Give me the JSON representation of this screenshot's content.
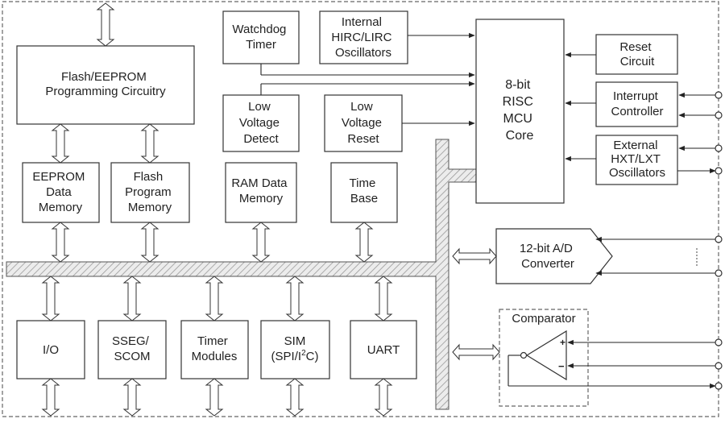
{
  "blocks": {
    "flash_prog": [
      "Flash/EEPROM",
      "Programming Circuitry"
    ],
    "watchdog": [
      "Watchdog",
      "Timer"
    ],
    "osc_internal": [
      "Internal",
      "HIRC/LIRC",
      "Oscillators"
    ],
    "mcu_core": [
      "8-bit",
      "RISC",
      "MCU",
      "Core"
    ],
    "reset_circuit": [
      "Reset",
      "Circuit"
    ],
    "interrupt": [
      "Interrupt",
      "Controller"
    ],
    "osc_external": [
      "External",
      "HXT/LXT",
      "Oscillators"
    ],
    "lvd": [
      "Low",
      "Voltage",
      "Detect"
    ],
    "lvr": [
      "Low",
      "Voltage",
      "Reset"
    ],
    "eeprom": [
      "EEPROM",
      "Data",
      "Memory"
    ],
    "flash_mem": [
      "Flash",
      "Program",
      "Memory"
    ],
    "ram": [
      "RAM Data",
      "Memory"
    ],
    "timebase": [
      "Time",
      "Base"
    ],
    "adc": [
      "12-bit A/D",
      "Converter"
    ],
    "comparator": "Comparator",
    "comparator_plus": "+",
    "comparator_minus": "−",
    "io": "I/O",
    "sseg": [
      "SSEG/",
      "SCOM"
    ],
    "timer": [
      "Timer",
      "Modules"
    ],
    "sim_line1": "SIM",
    "sim_line2_a": "(SPI/I",
    "sim_line2_sup": "2",
    "sim_line2_b": "C)",
    "uart": "UART"
  }
}
